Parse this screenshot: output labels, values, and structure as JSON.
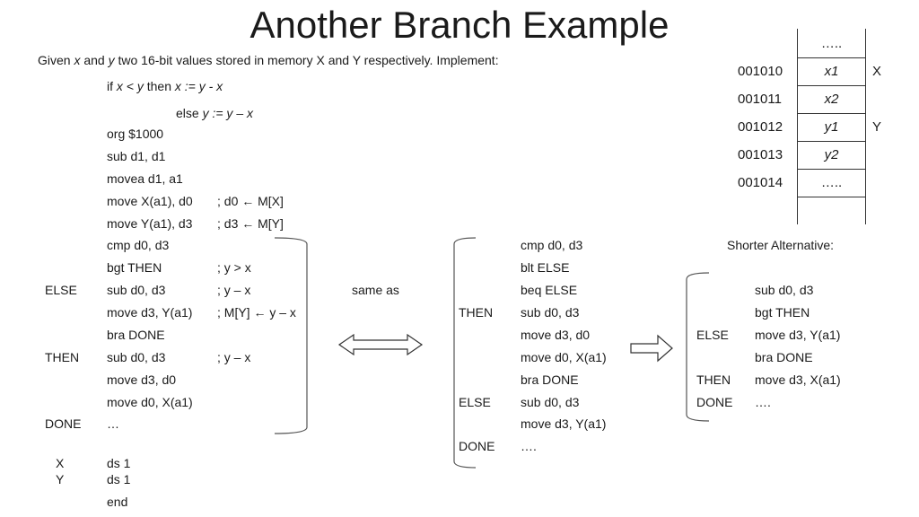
{
  "title": "Another Branch Example",
  "intro": {
    "p1": "Given ",
    "v1": "x",
    "p2": " and ",
    "v2": "y",
    "p3": " two 16-bit values stored in memory X and Y respectively. Implement:"
  },
  "pseudo": {
    "if_kw": "if ",
    "if_cond": "x < y",
    "then_kw": " then ",
    "then_stmt": "x := y - x",
    "else_kw": "else ",
    "else_stmt": "y := y – x"
  },
  "left_code": [
    {
      "label": "",
      "code": "org $1000",
      "comment": ""
    },
    {
      "label": "",
      "code": "sub d1, d1",
      "comment": ""
    },
    {
      "label": "",
      "code": "movea d1, a1",
      "comment": ""
    },
    {
      "label": "",
      "code": "move X(a1), d0",
      "comment": "; d0 ← M[X]"
    },
    {
      "label": "",
      "code": "move Y(a1), d3",
      "comment": "; d3 ← M[Y]"
    },
    {
      "label": "",
      "code": "cmp d0, d3",
      "comment": ""
    },
    {
      "label": "",
      "code": "bgt THEN",
      "comment": "; y > x"
    },
    {
      "label": "ELSE",
      "code": "sub d0, d3",
      "comment": "; y – x"
    },
    {
      "label": "",
      "code": "move d3, Y(a1)",
      "comment": "; M[Y] ← y – x"
    },
    {
      "label": "",
      "code": "bra DONE",
      "comment": ""
    },
    {
      "label": "THEN",
      "code": "sub d0, d3",
      "comment": "; y – x"
    },
    {
      "label": "",
      "code": "move d3, d0",
      "comment": ""
    },
    {
      "label": "",
      "code": "move d0, X(a1)",
      "comment": ""
    },
    {
      "label": "DONE",
      "code": "…",
      "comment": ""
    }
  ],
  "decls": [
    {
      "label": "X",
      "code": "ds   1"
    },
    {
      "label": "Y",
      "code": "ds   1"
    }
  ],
  "end_text": "end",
  "same_as": "same as",
  "middle_code": [
    {
      "label": "",
      "code": "cmp d0, d3"
    },
    {
      "label": "",
      "code": "blt ELSE"
    },
    {
      "label": "",
      "code": "beq ELSE"
    },
    {
      "label": "THEN",
      "code": "sub d0, d3"
    },
    {
      "label": "",
      "code": "move d3, d0"
    },
    {
      "label": "",
      "code": "move d0, X(a1)"
    },
    {
      "label": "",
      "code": "bra DONE"
    },
    {
      "label": "ELSE",
      "code": "sub d0, d3"
    },
    {
      "label": "",
      "code": "move d3, Y(a1)"
    },
    {
      "label": "DONE",
      "code": "…."
    }
  ],
  "shorter_title": "Shorter Alternative:",
  "right_code": [
    {
      "label": "",
      "code": "sub d0, d3"
    },
    {
      "label": "",
      "code": "bgt THEN"
    },
    {
      "label": "ELSE",
      "code": "move d3, Y(a1)"
    },
    {
      "label": "",
      "code": "bra DONE"
    },
    {
      "label": "THEN",
      "code": "move d3, X(a1)"
    },
    {
      "label": "DONE",
      "code": "…."
    }
  ],
  "memory": {
    "cells": [
      "…..",
      "x1",
      "x2",
      "y1",
      "y2",
      "….."
    ],
    "addresses": [
      "001010",
      "001011",
      "001012",
      "001013",
      "001014"
    ],
    "labels": [
      "X",
      "Y"
    ]
  }
}
